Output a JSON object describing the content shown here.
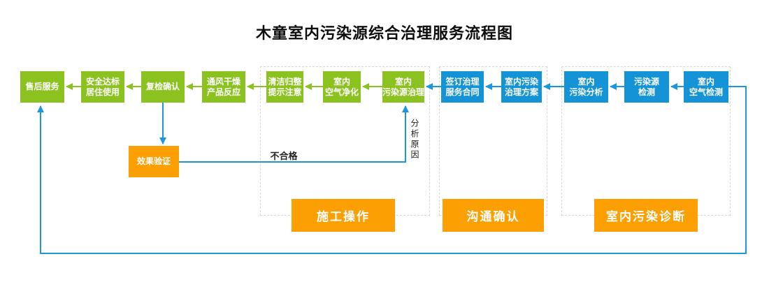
{
  "title": "木童室内污染源综合治理服务流程图",
  "colors": {
    "green": "#8CC220",
    "blue": "#1494D6",
    "line_blue": "#1C97DE",
    "orange": "#FC9F03",
    "dashed_border": "#D8D8D8",
    "text_dark": "#222222",
    "box_text": "#FFFFFF"
  },
  "nodes": {
    "after_sales": {
      "label": "售后服务"
    },
    "safety_standard": {
      "label": "安全达标\n居住使用"
    },
    "recheck": {
      "label": "复检确认"
    },
    "ventilation": {
      "label": "通风干燥\n产品反应"
    },
    "cleanup": {
      "label": "清洁归整\n提示注意"
    },
    "air_purification": {
      "label": "室内\n空气净化"
    },
    "source_treatment": {
      "label": "室内\n污染源治理"
    },
    "sign_contract": {
      "label": "签订治理\n服务合同"
    },
    "treatment_plan": {
      "label": "室内污染\n治理方案"
    },
    "pollution_analysis": {
      "label": "室内\n污染分析"
    },
    "source_testing": {
      "label": "污染源\n检测"
    },
    "air_testing": {
      "label": "室内\n空气检测"
    },
    "effect_verification": {
      "label": "效果验证"
    }
  },
  "groups": {
    "construction": {
      "label": "施工操作"
    },
    "communication": {
      "label": "沟通确认"
    },
    "diagnosis": {
      "label": "室内污染诊断"
    }
  },
  "edge_labels": {
    "unqualified": "不合格",
    "analyze_reason": "分析原因"
  }
}
